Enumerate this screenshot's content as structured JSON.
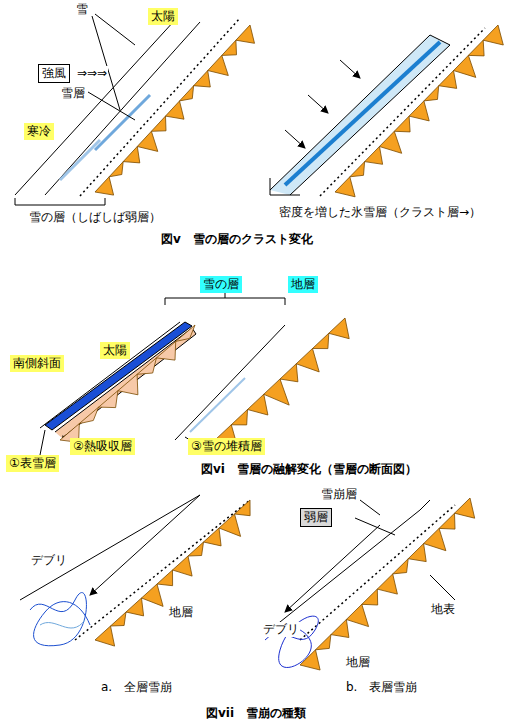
{
  "diagram": {
    "nodes": [
      {
        "text": [
          "太陽"
        ]
      },
      {
        "text": [
          "強風"
        ]
      },
      {
        "text": [
          "寒冷"
        ]
      },
      {
        "text": [
          "雪の層"
        ]
      },
      {
        "text": [
          "地層"
        ]
      },
      {
        "text": [
          "太陽"
        ]
      },
      {
        "text": [
          "南側斜面"
        ]
      },
      {
        "text": [
          "①表雪層"
        ]
      },
      {
        "text": [
          "②熱吸収層"
        ]
      },
      {
        "text": [
          "③雪の堆積層"
        ]
      },
      {
        "text": [
          "弱層"
        ]
      }
    ],
    "labels": [
      "雪",
      "⇒⇒⇒",
      "雪層",
      "雪の層（しばしば弱層）",
      "密度を増した氷雪層（クラスト層→）",
      "図v　雪の層のクラスト変化",
      "図vi　雪層の融解変化（雪層の断面図）",
      "デブリ",
      "地層",
      "a.　全層雪崩",
      "雪崩層",
      "地表",
      "デブリ",
      "地層",
      "b.　表層雪崩",
      "図vii　雪崩の種類"
    ]
  }
}
